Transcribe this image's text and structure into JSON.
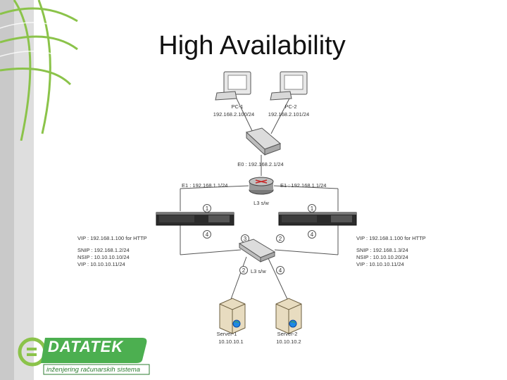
{
  "title": "High Availability",
  "colors": {
    "accent_green": "#4caf50",
    "sidebar_gray": "#c9c9c9",
    "device_dark": "#2b2b2b"
  },
  "diagram": {
    "pc1": {
      "name": "PC-1",
      "ip": "192.168.2.100/24"
    },
    "pc2": {
      "name": "PC-2",
      "ip": "192.168.2.101/24"
    },
    "top_switch_label": "E0 : 192.168.2.1/24",
    "e1_left": "E1 : 192.168.1.1/24",
    "e1_right": "E1 : 192.168.1.1/24",
    "router_label": "L3 s/w",
    "num1": "1",
    "num2": "2",
    "num3": "3",
    "num4": "4",
    "left_vip": "VIP : 192.168.1.100 for HTTP",
    "left_snip": "SNIP : 192.168.1.2/24",
    "left_nsip": "NSIP : 10.10.10.10/24",
    "left_vip2": "VIP : 10.10.10.11/24",
    "right_vip": "VIP : 192.168.1.100 for HTTP",
    "right_snip": "SNIP : 192.168.1.3/24",
    "right_nsip": "NSIP : 10.10.10.20/24",
    "right_vip2": "VIP : 10.10.10.11/24",
    "bottom_switch_label": "L3 s/w",
    "server1": {
      "name": "Server-1",
      "ip": "10.10.10.1"
    },
    "server2": {
      "name": "Server-2",
      "ip": "10.10.10.2"
    }
  },
  "logo": {
    "brand": "DATATEK",
    "tagline": "inženjering računarskih sistema",
    "icon": "datatek-logo-icon"
  },
  "decor": {
    "icon": "globe-lines-icon"
  }
}
